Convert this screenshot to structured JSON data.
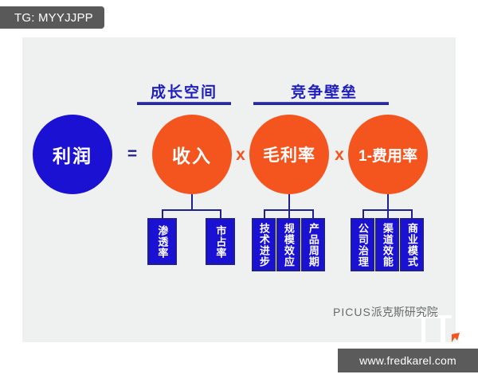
{
  "badge": {
    "label": "TG: MYYJJPP"
  },
  "url_banner": {
    "label": "www.fredkarel.com"
  },
  "colors": {
    "blue": "#1a11d2",
    "navy": "#20208c",
    "orange": "#f4551f",
    "card_bg": "#eff0f0",
    "badge_bg": "#595959",
    "banner_bg": "#5b5b5b",
    "header_text": "#1f1fbe"
  },
  "sections": [
    {
      "id": "growth",
      "title": "成长空间"
    },
    {
      "id": "moat",
      "title": "竞争壁垒"
    }
  ],
  "formula": {
    "terms": [
      {
        "id": "profit",
        "label": "利润",
        "color": "blue"
      },
      {
        "id": "revenue",
        "label": "收入",
        "color": "orange"
      },
      {
        "id": "gross-margin",
        "label": "毛利率",
        "color": "orange"
      },
      {
        "id": "expense",
        "label": "1-费用率",
        "color": "orange"
      }
    ],
    "operators": [
      {
        "id": "equals",
        "symbol": "=",
        "color": "navy"
      },
      {
        "id": "times-1",
        "symbol": "x",
        "color": "orange"
      },
      {
        "id": "times-2",
        "symbol": "x",
        "color": "orange"
      }
    ]
  },
  "drivers": {
    "revenue": [
      {
        "label": "渗透率"
      },
      {
        "label": "市占率"
      }
    ],
    "gross_margin": [
      {
        "label": "技术进步"
      },
      {
        "label": "规模效应"
      },
      {
        "label": "产品周期"
      }
    ],
    "expense": [
      {
        "label": "公司治理"
      },
      {
        "label": "渠道效能"
      },
      {
        "label": "商业模式"
      }
    ]
  },
  "logo": {
    "brand_en": "PICUS",
    "brand_cn": "派克斯研究院"
  }
}
